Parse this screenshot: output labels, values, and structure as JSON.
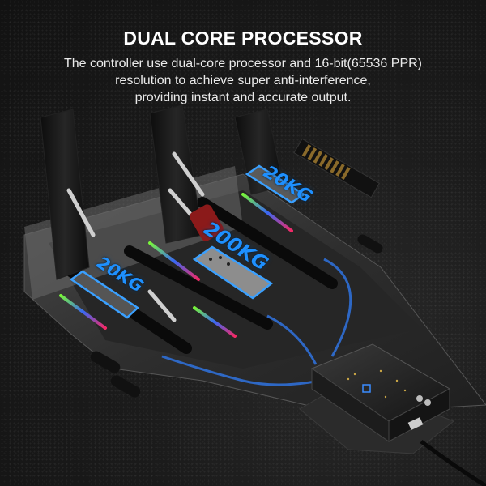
{
  "header": {
    "title": "DUAL CORE PROCESSOR",
    "description_lines": [
      "The controller use dual-core processor and 16-bit(65536 PPR)",
      "resolution to achieve super anti-interference,",
      "providing instant and accurate output."
    ]
  },
  "product": {
    "labels": {
      "right_pedal": "20KG",
      "middle_pedal": "200KG",
      "left_pedal": "20KG"
    },
    "colors": {
      "label_blue": "#1e90ff",
      "highlight_outline": "#3aa0ff",
      "brake_red": "#8b1a1a",
      "rgb_strip_start": "#7CFF3A",
      "rgb_strip_mid": "#3a6bff",
      "rgb_strip_end": "#ff2a6a",
      "cable_blue": "#2f6fd6",
      "background": "#141414"
    }
  }
}
